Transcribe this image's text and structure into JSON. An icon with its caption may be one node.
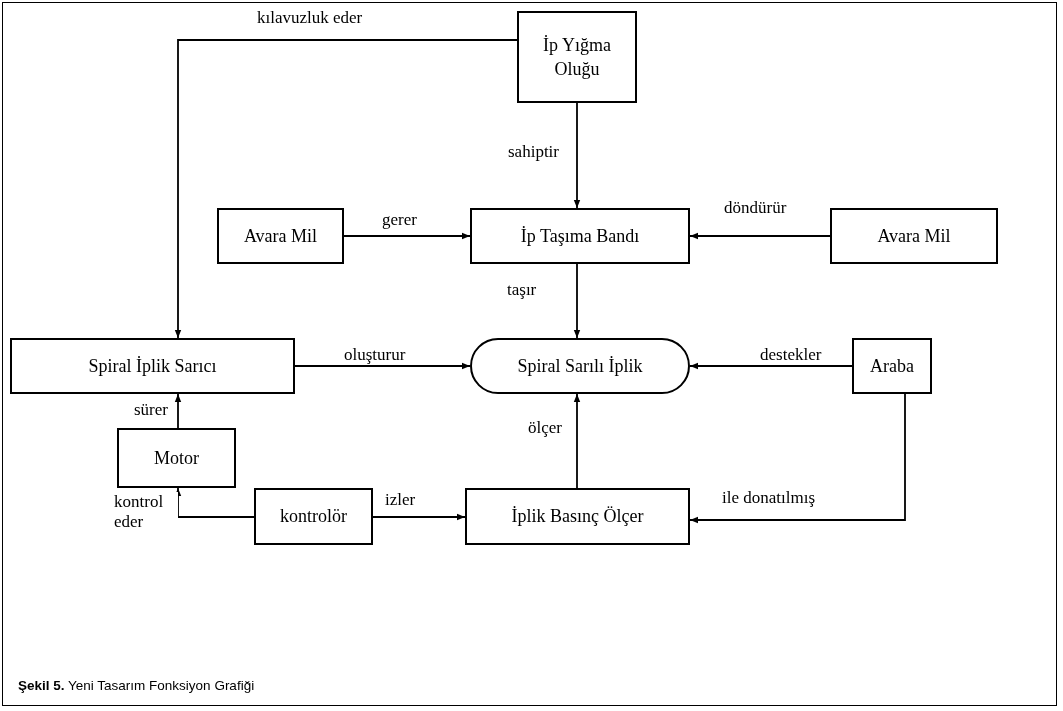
{
  "diagram": {
    "caption": "**Şekil 5.** Yeni Tasarım Fonksiyon Grafiği",
    "nodes": [
      {
        "text": [
          "İp Yığma Oluğu"
        ]
      },
      {
        "text": [
          "Avara Mil"
        ]
      },
      {
        "text": [
          "İp Taşıma Bandı"
        ]
      },
      {
        "text": [
          "Avara Mil"
        ]
      },
      {
        "text": [
          "Spiral İplik Sarıcı"
        ]
      },
      {
        "text": [
          "Spiral Sarılı İplik"
        ]
      },
      {
        "text": [
          "Araba"
        ]
      },
      {
        "text": [
          "Motor"
        ]
      },
      {
        "text": [
          "kontrolör"
        ]
      },
      {
        "text": [
          "İplik Basınç Ölçer"
        ]
      }
    ],
    "edges": [
      {
        "from": 0,
        "to": 4,
        "arrow": "to",
        "label": "kılavuzluk eder"
      },
      {
        "from": 0,
        "to": 2,
        "arrow": "to",
        "label": "sahiptir"
      },
      {
        "from": 1,
        "to": 2,
        "arrow": "to",
        "label": "gerer"
      },
      {
        "from": 3,
        "to": 2,
        "arrow": "to",
        "label": "döndürür"
      },
      {
        "from": 2,
        "to": 5,
        "arrow": "to",
        "label": "taşır"
      },
      {
        "from": 4,
        "to": 5,
        "arrow": "to",
        "label": "oluşturur"
      },
      {
        "from": 6,
        "to": 5,
        "arrow": "to",
        "label": "destekler"
      },
      {
        "from": 7,
        "to": 4,
        "arrow": "to",
        "label": "sürer"
      },
      {
        "from": 8,
        "to": 7,
        "arrow": "to",
        "label": "kontrol eder"
      },
      {
        "from": 8,
        "to": 9,
        "arrow": "to",
        "label": "izler"
      },
      {
        "from": 9,
        "to": 5,
        "arrow": "to",
        "label": "ölçer"
      },
      {
        "from": 6,
        "to": 9,
        "arrow": "to",
        "label": "ile donatılmış"
      }
    ]
  }
}
